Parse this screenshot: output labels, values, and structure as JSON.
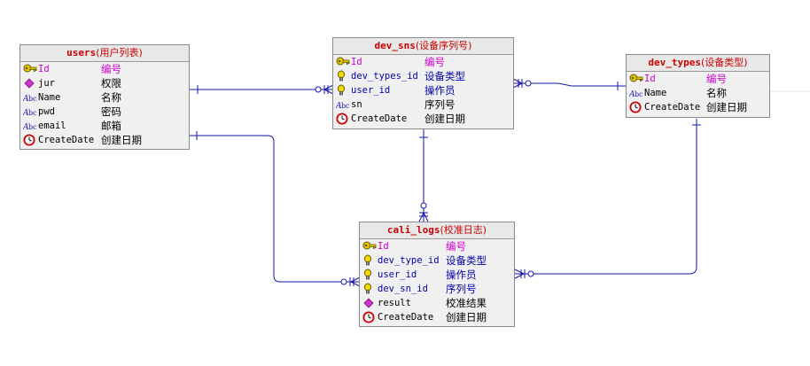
{
  "colors": {
    "line": "#1515a8",
    "header_text": "#cc0000",
    "pk": "#cc00cc",
    "fk": "#0000aa"
  },
  "entities": {
    "users": {
      "name": "users",
      "cn": "(用户列表)",
      "fields": [
        {
          "name": "Id",
          "cn": "编号",
          "kind": "pk",
          "icon": "key-icon"
        },
        {
          "name": "jur",
          "cn": "权限",
          "kind": "plain",
          "icon": "diamond-attribute-icon"
        },
        {
          "name": "Name",
          "cn": "名称",
          "kind": "plain",
          "icon": "text-field-icon"
        },
        {
          "name": "pwd",
          "cn": "密码",
          "kind": "plain",
          "icon": "text-field-icon"
        },
        {
          "name": "email",
          "cn": "邮箱",
          "kind": "plain",
          "icon": "text-field-icon"
        },
        {
          "name": "CreateDate",
          "cn": "创建日期",
          "kind": "plain",
          "icon": "clock-icon"
        }
      ]
    },
    "dev_sns": {
      "name": "dev_sns",
      "cn": "(设备序列号)",
      "fields": [
        {
          "name": "Id",
          "cn": "编号",
          "kind": "pk",
          "icon": "key-icon"
        },
        {
          "name": "dev_types_id",
          "cn": "设备类型",
          "kind": "fk",
          "icon": "bulb-icon"
        },
        {
          "name": "user_id",
          "cn": "操作员",
          "kind": "fk",
          "icon": "bulb-icon"
        },
        {
          "name": "sn",
          "cn": "序列号",
          "kind": "plain",
          "icon": "text-field-icon"
        },
        {
          "name": "CreateDate",
          "cn": "创建日期",
          "kind": "plain",
          "icon": "clock-icon"
        }
      ]
    },
    "dev_types": {
      "name": "dev_types",
      "cn": "(设备类型)",
      "fields": [
        {
          "name": "Id",
          "cn": "编号",
          "kind": "pk",
          "icon": "key-icon"
        },
        {
          "name": "Name",
          "cn": "名称",
          "kind": "plain",
          "icon": "text-field-icon"
        },
        {
          "name": "CreateDate",
          "cn": "创建日期",
          "kind": "plain",
          "icon": "clock-icon"
        }
      ]
    },
    "cali_logs": {
      "name": "cali_logs",
      "cn": "(校准日志)",
      "fields": [
        {
          "name": "Id",
          "cn": "编号",
          "kind": "pk",
          "icon": "key-icon"
        },
        {
          "name": "dev_type_id",
          "cn": "设备类型",
          "kind": "fk",
          "icon": "bulb-icon"
        },
        {
          "name": "user_id",
          "cn": "操作员",
          "kind": "fk",
          "icon": "bulb-icon"
        },
        {
          "name": "dev_sn_id",
          "cn": "序列号",
          "kind": "fk",
          "icon": "bulb-icon"
        },
        {
          "name": "result",
          "cn": "校准结果",
          "kind": "plain",
          "icon": "diamond-attribute-icon"
        },
        {
          "name": "CreateDate",
          "cn": "创建日期",
          "kind": "plain",
          "icon": "clock-icon"
        }
      ]
    }
  },
  "relationships": [
    {
      "from": "users",
      "to": "dev_sns",
      "cardinality": "one-to-many"
    },
    {
      "from": "dev_types",
      "to": "dev_sns",
      "cardinality": "one-to-many"
    },
    {
      "from": "dev_sns",
      "to": "cali_logs",
      "cardinality": "one-to-many"
    },
    {
      "from": "users",
      "to": "cali_logs",
      "cardinality": "one-to-many"
    },
    {
      "from": "dev_types",
      "to": "cali_logs",
      "cardinality": "one-to-many"
    }
  ]
}
